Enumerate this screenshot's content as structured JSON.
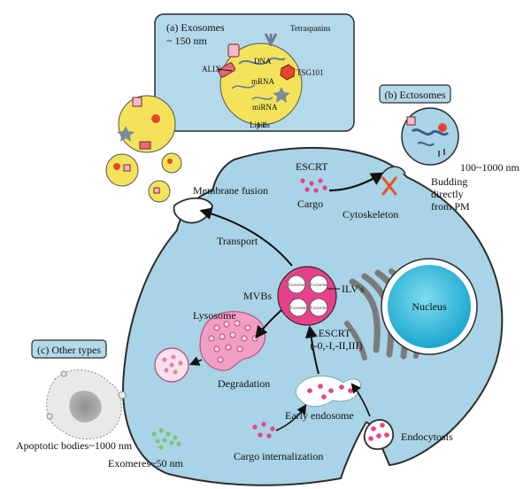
{
  "panels": {
    "exosomes": {
      "title_line1": "(a) Exosomes",
      "title_line2": "~ 150 nm"
    },
    "ectosomes": {
      "title": "(b) Ectosomes"
    },
    "other": {
      "title": "(c) Other types"
    }
  },
  "exosome_parts": {
    "tetraspanins": "Tetraspanins",
    "dna": "DNA",
    "alix": "ALIX",
    "tsg101": "TSG101",
    "mrna": "mRNA",
    "mirna": "miRNA",
    "lipids": "Lipids"
  },
  "ectosome": {
    "size": "100~1000 nm",
    "budding_line1": "Budding",
    "budding_line2": "directly",
    "budding_line3": "from PM"
  },
  "cell": {
    "escrt_top": "ESCRT",
    "cargo": "Cargo",
    "cytoskeleton": "Cytoskeleton",
    "membrane_fusion": "Membrane fusion",
    "transport": "Transport",
    "mvbs": "MVBs",
    "ilvs": "ILV's",
    "exosome_small": "Exosome",
    "nucleus": "Nucleus",
    "lysosome": "Lysosome",
    "escrt_line1": "ESCRT",
    "escrt_line2": "(-0,-I,-II,III)",
    "degradation": "Degradation",
    "early_endosome": "Early endosome",
    "endocytosis": "Endocytosis",
    "cargo_internalization": "Cargo internalization"
  },
  "other_types": {
    "apoptotic": "Apoptotic bodies~1000 nm",
    "exomeres": "Exomeres~50 nm"
  },
  "colors": {
    "cell_fill": "#a9d3e6",
    "panel_fill": "#b4d9ea",
    "exosome_fill": "#f4e35a",
    "mvb_fill": "#e8418a",
    "lysosome_fill": "#f29fc6",
    "nucleus_fill": "#33b9d8",
    "golgi": "#7b7b7b"
  }
}
